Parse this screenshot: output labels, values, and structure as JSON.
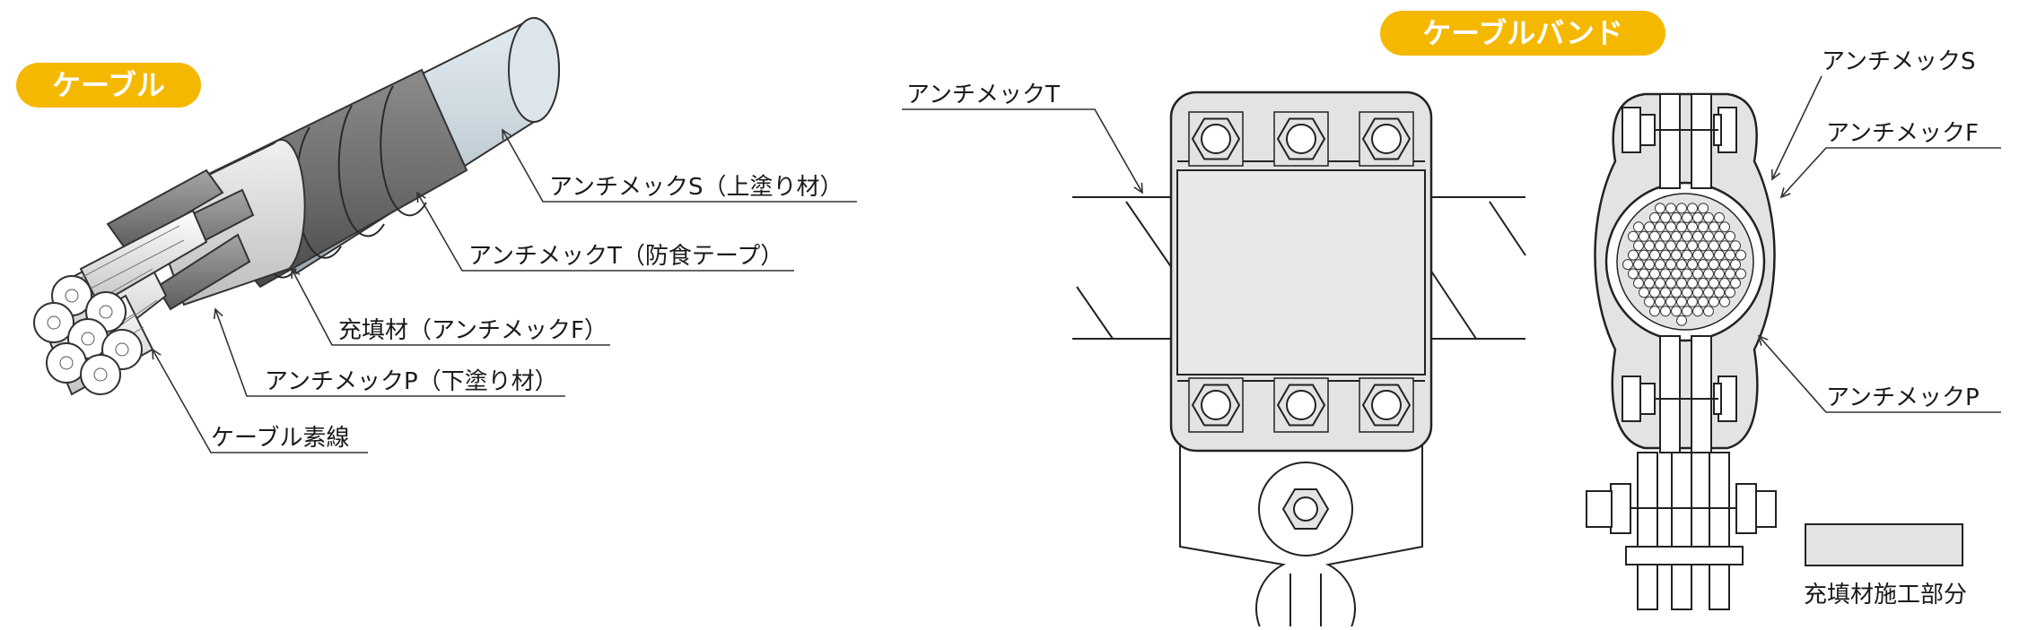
{
  "cable_section": {
    "badge": "ケーブル",
    "labels": {
      "top_coat": "アンチメックS（上塗り材）",
      "tape": "アンチメックT（防食テープ）",
      "filler": "充填材（アンチメックF）",
      "primer": "アンチメックP（下塗り材）",
      "strand": "ケーブル素線"
    }
  },
  "band_section": {
    "badge": "ケーブルバンド",
    "labels": {
      "tape": "アンチメックT",
      "top_coat": "アンチメックS",
      "filler": "アンチメックF",
      "primer": "アンチメックP"
    },
    "legend": "充填材施工部分"
  },
  "colors": {
    "badge": "#f5b800",
    "top_coat": "#c9d5dc",
    "tape": "#6f6f6f",
    "filler": "#d6d6d6",
    "primer": "#8a8a8a",
    "band_fill": "#e3e3e3"
  }
}
